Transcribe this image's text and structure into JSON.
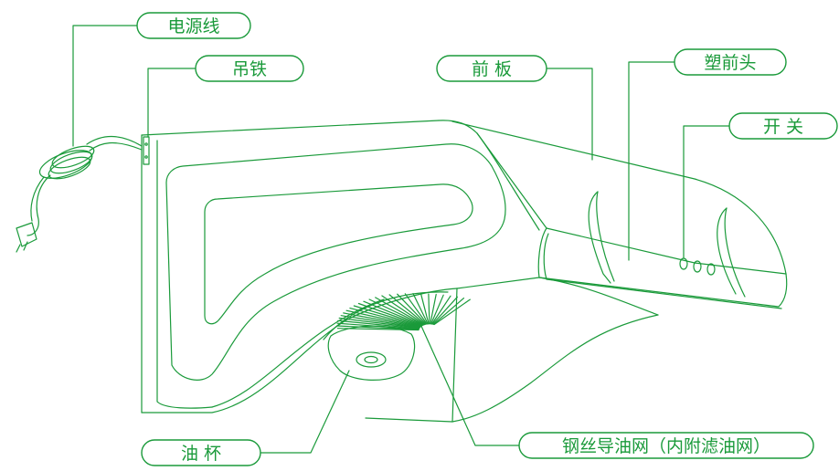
{
  "colors": {
    "stroke": "#1a9a3a",
    "background": "#ffffff"
  },
  "labels": {
    "power_cord": "电源线",
    "hanging_iron": "吊铁",
    "front_panel": "前 板",
    "plastic_front_head": "塑前头",
    "switch": "开 关",
    "oil_cup": "油    杯",
    "steel_oil_guide_mesh": "钢丝导油网（内附滤油网）"
  }
}
